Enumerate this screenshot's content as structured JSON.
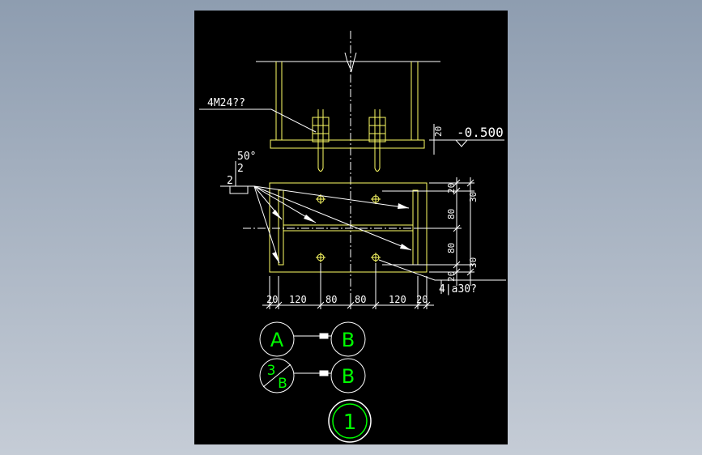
{
  "colors": {
    "background": "#000000",
    "steel": "#ffff66",
    "dimension": "#ffffff",
    "label": "#00ff00",
    "accent": "#ff3333"
  },
  "labels": {
    "anchor_bolt": "4M24??",
    "weld_angle": "50°",
    "weld_size_top": "2",
    "weld_size_left": "2",
    "elevation": "-0.500",
    "edge_20": "20",
    "hole_note": "4|a30?"
  },
  "dims_bottom": [
    "20",
    "120",
    "80",
    "80",
    "120",
    "20"
  ],
  "dims_right": {
    "outer": [
      "20",
      "80",
      "80",
      "20"
    ],
    "inner": [
      "30",
      "30"
    ]
  },
  "connections": [
    {
      "left": "A",
      "right": "B"
    },
    {
      "left_top": "3",
      "left_bottom": "B",
      "right": "B"
    }
  ],
  "detail_number": "1"
}
